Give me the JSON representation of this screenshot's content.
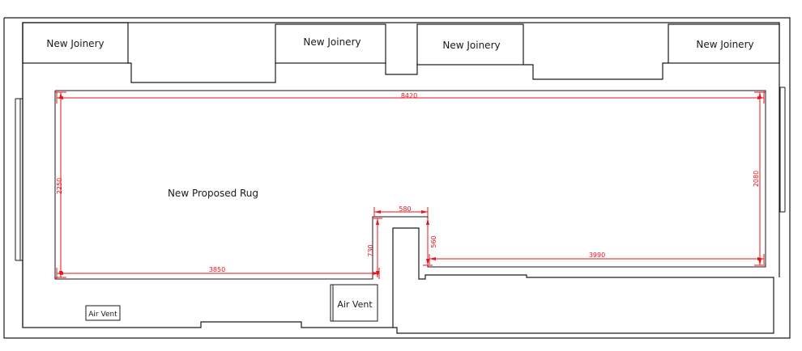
{
  "labels": {
    "joinery": [
      "New Joinery",
      "New Joinery",
      "New Joinery",
      "New Joinery"
    ],
    "rug": "New Proposed Rug",
    "air_vent_left": "Air Vent",
    "air_vent_right": "Air Vent"
  },
  "dimensions": {
    "total_width": "8420",
    "left_height": "2250",
    "right_height": "2080",
    "left_bottom": "3850",
    "notch_width": "580",
    "notch_left_height": "730",
    "notch_right_height": "560",
    "right_bottom": "3990"
  },
  "colors": {
    "lines": "#1a1a1a",
    "dimension": "#e8131b"
  }
}
